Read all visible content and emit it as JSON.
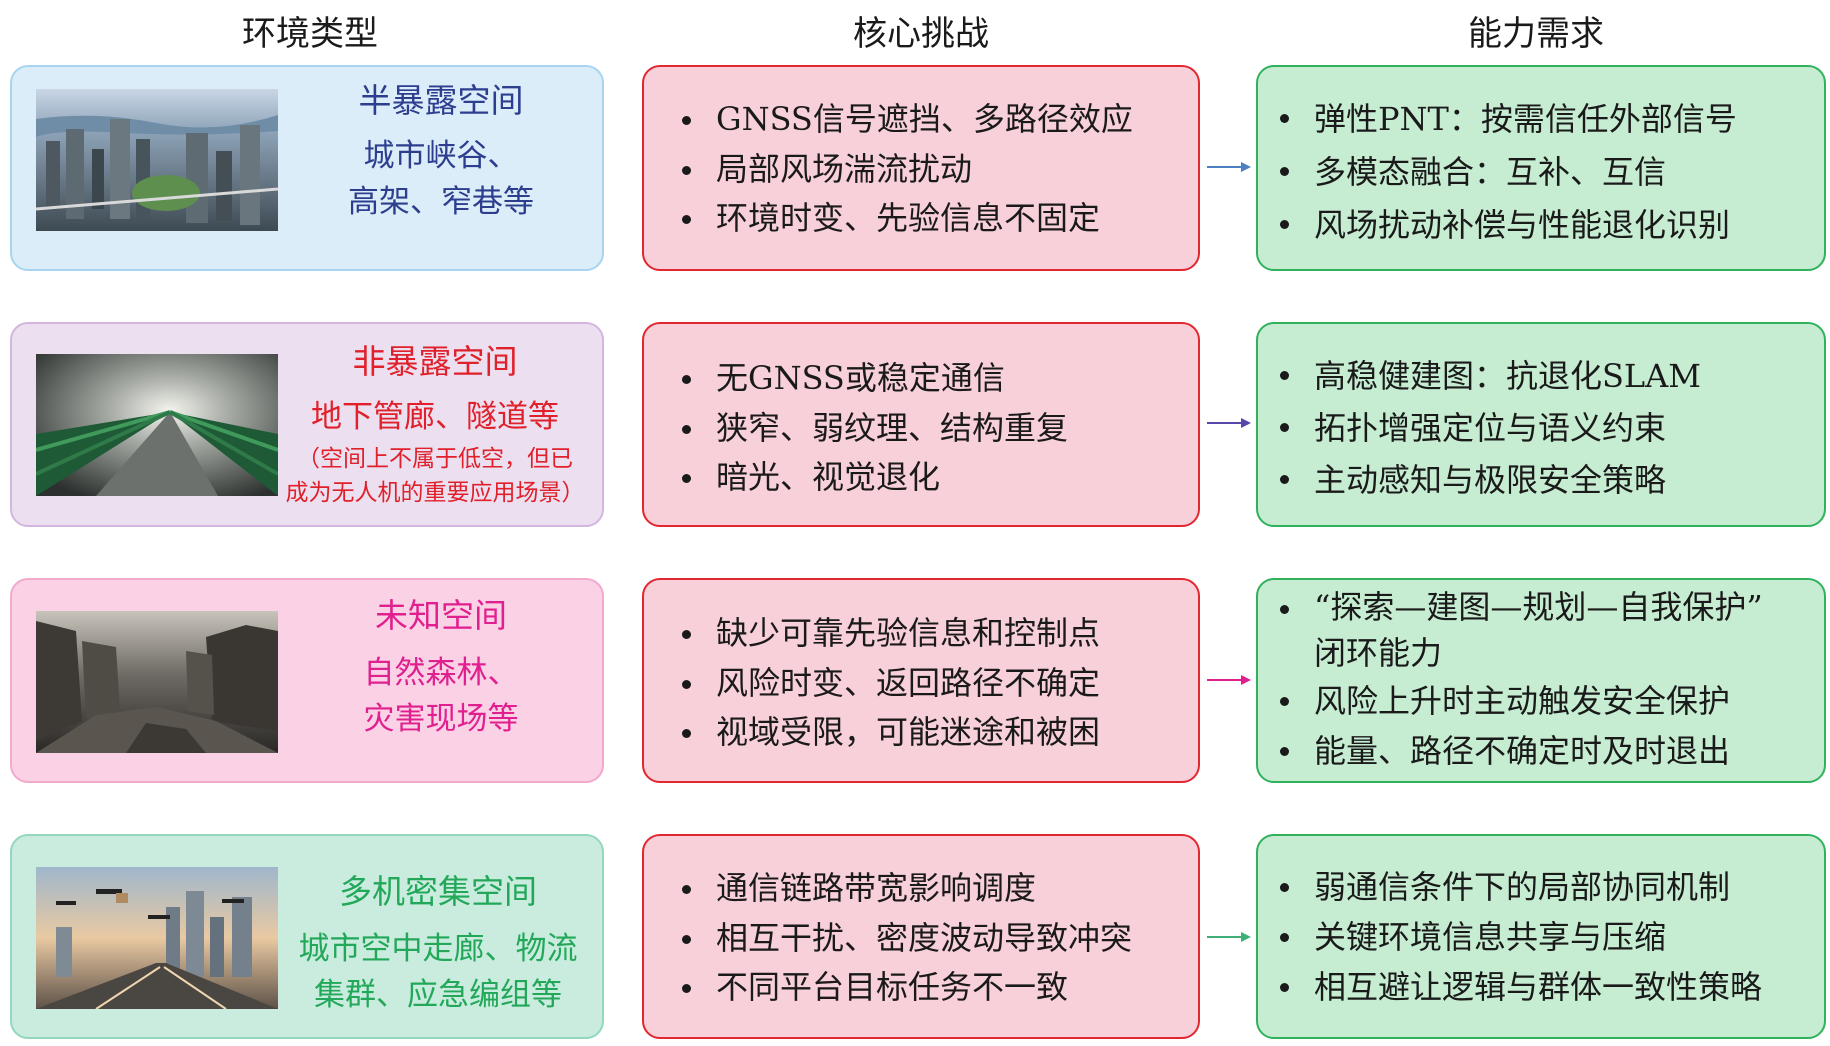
{
  "headers": {
    "env": "环境类型",
    "challenge": "核心挑战",
    "capability": "能力需求"
  },
  "rows": [
    {
      "env_title": "半暴露空间",
      "env_desc_1": "城市峡谷、",
      "env_desc_2": "高架、窄巷等",
      "title_color": "#2d3e8f",
      "arrow_color": "#4a7fc1",
      "challenges": [
        "GNSS信号遮挡、多路径效应",
        "局部风场湍流扰动",
        "环境时变、先验信息不固定"
      ],
      "capabilities": [
        "弹性PNT：按需信任外部信号",
        "多模态融合：互补、互信",
        "风场扰动补偿与性能退化识别"
      ]
    },
    {
      "env_title": "非暴露空间",
      "env_desc_1": "地下管廊、隧道等",
      "env_note_1": "（空间上不属于低空，但已",
      "env_note_2": "成为无人机的重要应用场景）",
      "title_color": "#e0202a",
      "arrow_color": "#5548a8",
      "challenges": [
        "无GNSS或稳定通信",
        "狭窄、弱纹理、结构重复",
        "暗光、视觉退化"
      ],
      "capabilities": [
        "高稳健建图：抗退化SLAM",
        "拓扑增强定位与语义约束",
        "主动感知与极限安全策略"
      ]
    },
    {
      "env_title": "未知空间",
      "env_desc_1": "自然森林、",
      "env_desc_2": "灾害现场等",
      "title_color": "#e0208f",
      "arrow_color": "#e0208f",
      "challenges": [
        "缺少可靠先验信息和控制点",
        "风险时变、返回路径不确定",
        "视域受限，可能迷途和被困"
      ],
      "capabilities": [
        "“探索—建图—规划—自我保护”",
        "风险上升时主动触发安全保护",
        "能量、路径不确定时及时退出"
      ],
      "capability_cont": "闭环能力"
    },
    {
      "env_title": "多机密集空间",
      "env_desc_1": "城市空中走廊、物流",
      "env_desc_2": "集群、应急编组等",
      "title_color": "#23a85a",
      "arrow_color": "#3fae78",
      "challenges": [
        "通信链路带宽影响调度",
        "相互干扰、密度波动导致冲突",
        "不同平台目标任务不一致"
      ],
      "capabilities": [
        "弱通信条件下的局部协同机制",
        "关键环境信息共享与压缩",
        "相互避让逻辑与群体一致性策略"
      ]
    }
  ]
}
